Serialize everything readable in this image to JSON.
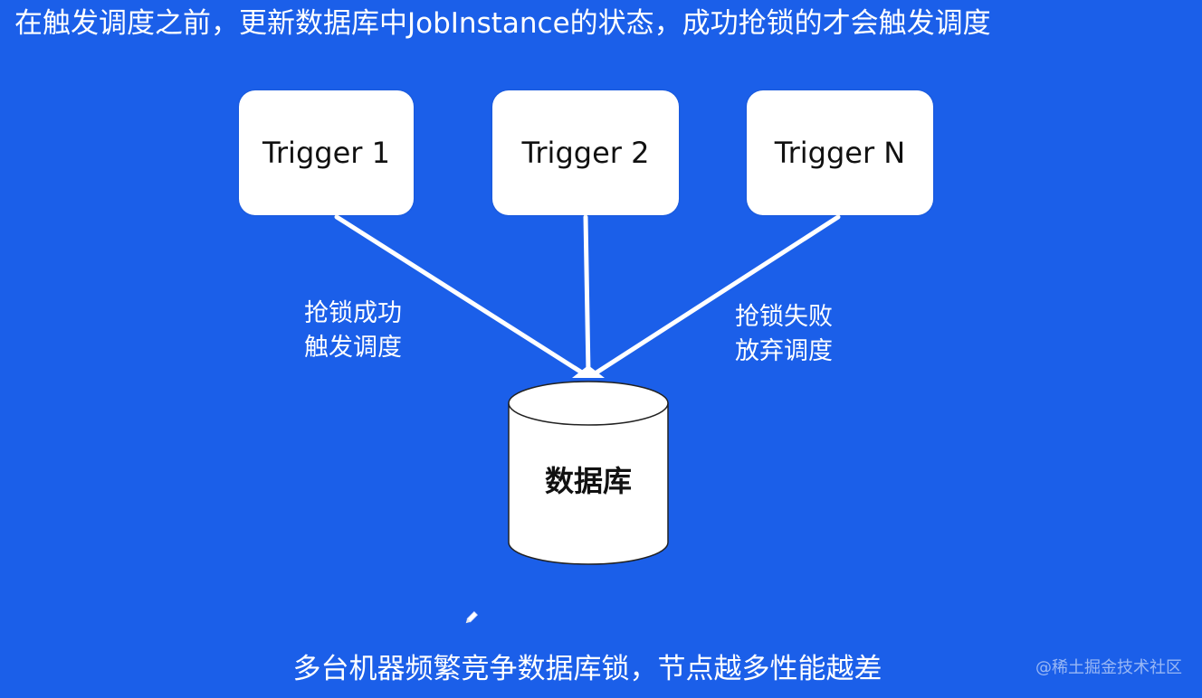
{
  "title": "在触发调度之前，更新数据库中JobInstance的状态，成功抢锁的才会触发调度",
  "triggers": [
    {
      "label": "Trigger 1"
    },
    {
      "label": "Trigger 2"
    },
    {
      "label": "Trigger N"
    }
  ],
  "annotations": {
    "success": [
      "抢锁成功",
      "触发调度"
    ],
    "fail": [
      "抢锁失败",
      "放弃调度"
    ]
  },
  "database": {
    "label": "数据库"
  },
  "footer": "多台机器频繁竞争数据库锁，节点越多性能越差",
  "watermark": "@稀土掘金技术社区",
  "colors": {
    "background": "#1b5fe9",
    "box": "#ffffff",
    "text_on_box": "#111111"
  },
  "icons": {
    "pencil": "pencil-icon"
  }
}
